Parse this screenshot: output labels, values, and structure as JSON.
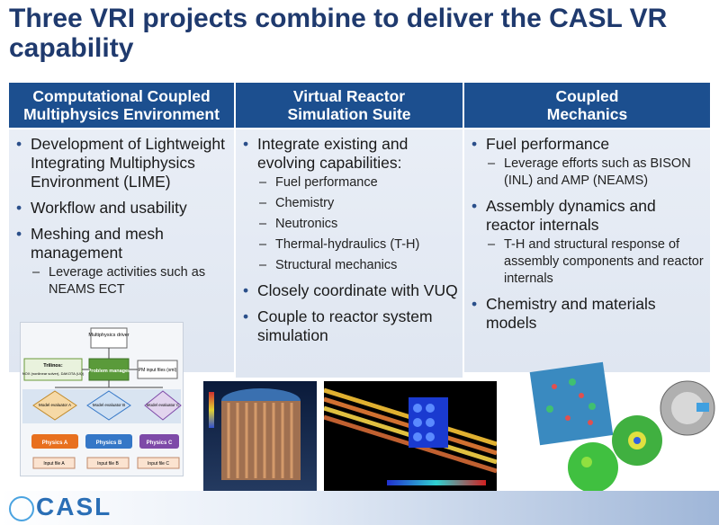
{
  "slide": {
    "title": "Three VRI projects combine to deliver the CASL VR capability"
  },
  "columns": [
    {
      "header_line1": "Computational Coupled",
      "header_line2": "Multiphysics Environment",
      "bullets": [
        {
          "text": "Development of Lightweight Integrating Multiphysics Environment (LIME)"
        },
        {
          "text": "Workflow and usability"
        },
        {
          "text": "Meshing and mesh management",
          "sub": [
            "Leverage activities such as NEAMS ECT"
          ]
        }
      ]
    },
    {
      "header_line1": "Virtual Reactor",
      "header_line2": "Simulation Suite",
      "bullets": [
        {
          "text": "Integrate existing and evolving capabilities:",
          "sub": [
            "Fuel performance",
            "Chemistry",
            "Neutronics",
            "Thermal-hydraulics (T-H)",
            "Structural mechanics"
          ]
        },
        {
          "text": "Closely coordinate with VUQ"
        },
        {
          "text": "Couple to reactor system simulation"
        }
      ]
    },
    {
      "header_line1": "Coupled",
      "header_line2": "Mechanics",
      "bullets": [
        {
          "text": "Fuel performance",
          "sub": [
            "Leverage efforts such as BISON (INL) and AMP (NEAMS)"
          ]
        },
        {
          "text": "Assembly dynamics and reactor internals",
          "sub": [
            "T-H and structural response of assembly components and reactor internals"
          ]
        },
        {
          "text": "Chemistry and materials models"
        }
      ]
    }
  ],
  "diagram": {
    "driver": "Multiphysics driver",
    "trilinos_title": "Trilinos:",
    "trilinos_text": "NOX (nonlinear solver), DAKOTA (UQ)",
    "manager": "Problem manager",
    "pm_input": "PM input files (xml)",
    "evaluators": [
      "Model evaluator A",
      "Model evaluator B",
      "Model evaluator C"
    ],
    "physics": [
      "Physics A",
      "Physics B",
      "Physics C"
    ],
    "inputs": [
      "Input file A",
      "Input file B",
      "Input file C"
    ]
  },
  "footer": {
    "logo_text": "CASL"
  },
  "colors": {
    "title": "#1f3a6e",
    "header_bg": "#1c4f8f",
    "body_bg": "#e4eaf4",
    "physics": [
      "#e8701e",
      "#3577c7",
      "#7e4aa8"
    ]
  }
}
